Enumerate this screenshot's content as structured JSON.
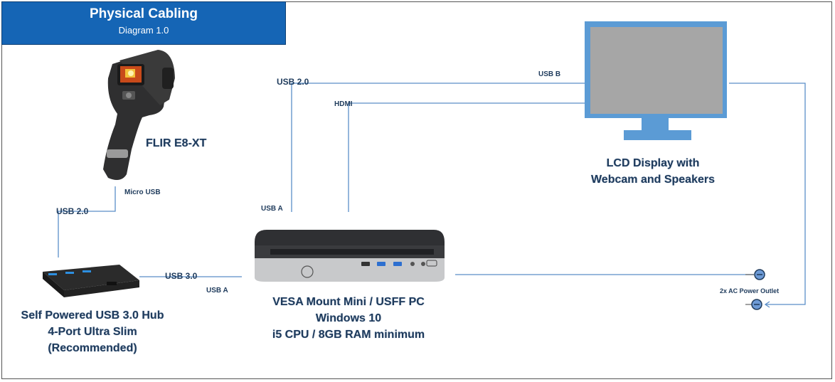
{
  "title": {
    "main": "Physical Cabling",
    "sub": "Diagram 1.0"
  },
  "devices": {
    "camera": {
      "name": "FLIR E8-XT",
      "port": "Micro USB"
    },
    "hub": {
      "line1": "Self Powered USB 3.0 Hub",
      "line2": "4-Port Ultra Slim",
      "line3": "(Recommended)"
    },
    "pc": {
      "line1": "VESA Mount Mini / USFF PC",
      "line2": "Windows 10",
      "line3": "i5 CPU / 8GB RAM minimum"
    },
    "display": {
      "line1": "LCD Display with",
      "line2": "Webcam and Speakers"
    },
    "power": {
      "label": "2x AC Power Outlet"
    }
  },
  "cables": {
    "camera_hub": "USB 2.0",
    "hub_pc": "USB 3.0",
    "hub_pc_end": "USB A",
    "pc_display_usb": "USB 2.0",
    "pc_usb_end": "USB A",
    "display_usb_end": "USB B",
    "hdmi": "HDMI"
  },
  "colors": {
    "title_bg": "#1565b5",
    "wire": "#5b8ec8",
    "monitor": "#5b9bd5",
    "screen": "#a6a6a6"
  }
}
